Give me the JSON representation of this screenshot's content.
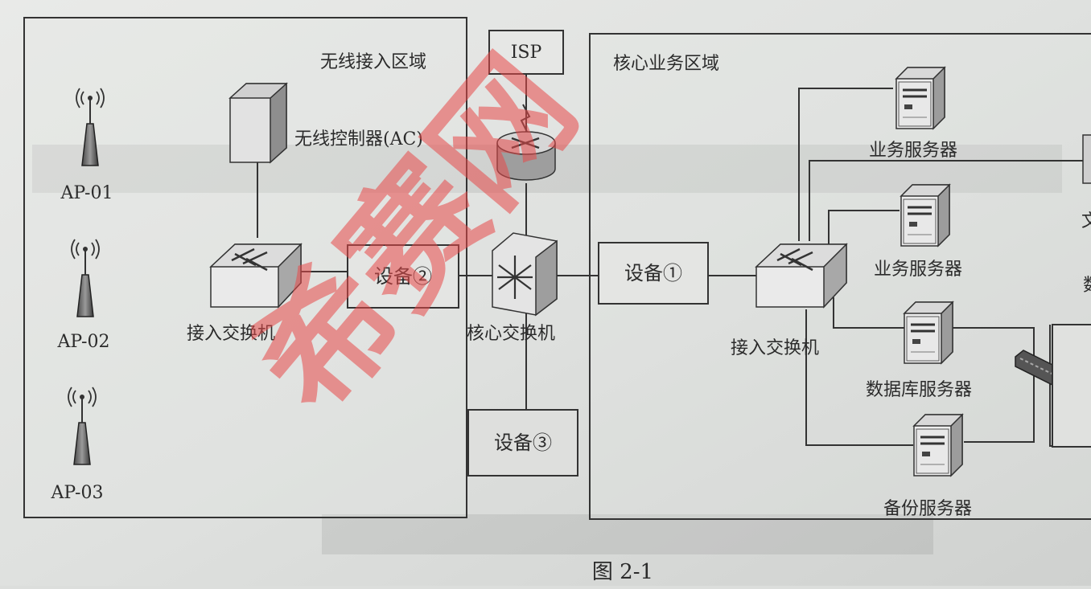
{
  "regions": {
    "wireless": "无线接入区域",
    "core": "核心业务区域"
  },
  "nodes": {
    "isp": "ISP",
    "ap1": "AP-01",
    "ap2": "AP-02",
    "ap3": "AP-03",
    "ac": "无线控制器(AC)",
    "access_switch_left": "接入交换机",
    "device2": "设备②",
    "core_switch": "核心交换机",
    "device3": "设备③",
    "device1": "设备①",
    "access_switch_right": "接入交换机",
    "biz_server1": "业务服务器",
    "biz_server2": "业务服务器",
    "db_server": "数据库服务器",
    "backup_server": "备份服务器",
    "cut_label1": "文",
    "cut_label2": "数"
  },
  "caption": "图 2-1",
  "watermark": "希赛网"
}
